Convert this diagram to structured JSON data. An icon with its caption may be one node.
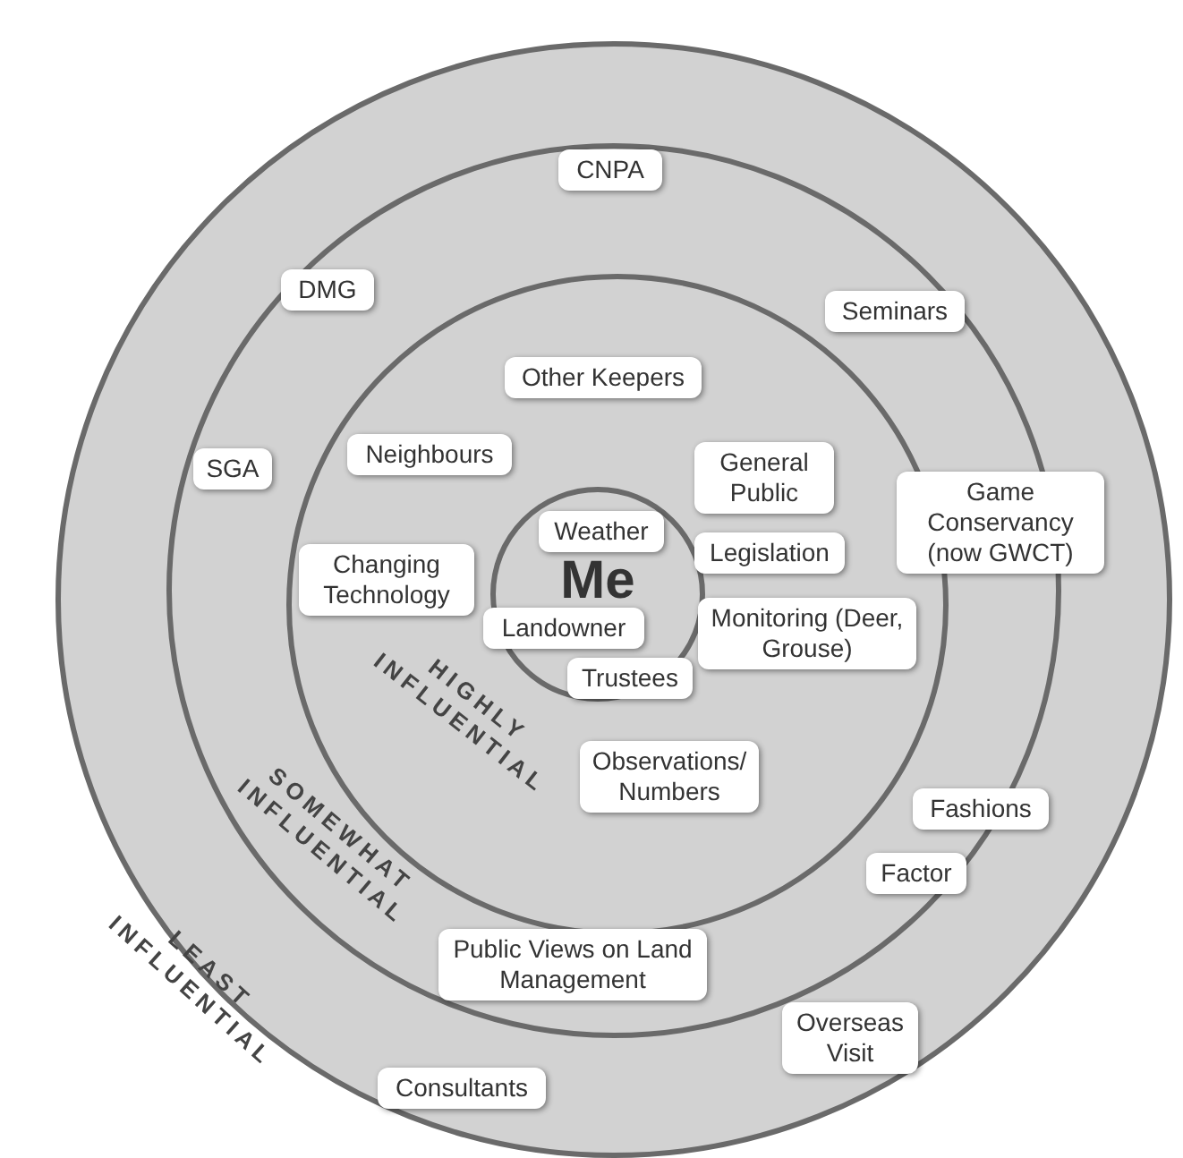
{
  "diagram": {
    "nodes": [
      {
        "text": [],
        "shape": "circle"
      },
      {
        "text": [],
        "shape": "circle",
        "in": 0
      },
      {
        "text": [],
        "shape": "circle",
        "in": 1
      },
      {
        "text": [
          "Me"
        ],
        "in": 2
      },
      {
        "text": [
          "CNPA"
        ],
        "in": 1
      },
      {
        "text": [
          "DMG"
        ],
        "in": 1
      },
      {
        "text": [
          "Seminars"
        ],
        "in": 1
      },
      {
        "text": [
          "Other Keepers"
        ],
        "in": 2
      },
      {
        "text": [
          "SGA"
        ],
        "in": 1
      },
      {
        "text": [
          "Neighbours"
        ],
        "in": 2
      },
      {
        "text": [
          "General Public"
        ],
        "in": 2
      },
      {
        "text": [
          "Game Conservancy (now GWCT)"
        ],
        "in": 1
      },
      {
        "text": [
          "Weather"
        ],
        "in": 3
      },
      {
        "text": [
          "Legislation"
        ],
        "in": 2
      },
      {
        "text": [
          "Changing Technology"
        ],
        "in": 2
      },
      {
        "text": [
          "Landowner"
        ],
        "in": 3
      },
      {
        "text": [
          "Monitoring (Deer, Grouse)"
        ],
        "in": 2
      },
      {
        "text": [
          "Trustees"
        ],
        "in": 3
      },
      {
        "text": [
          "Observations/ Numbers"
        ],
        "in": 2
      },
      {
        "text": [
          "Fashions"
        ],
        "in": 1
      },
      {
        "text": [
          "Factor"
        ],
        "in": 1
      },
      {
        "text": [
          "Public Views on Land Management"
        ],
        "in": 1
      },
      {
        "text": [
          "Overseas Visit"
        ],
        "in": 0
      },
      {
        "text": [
          "Consultants"
        ],
        "in": 0
      }
    ],
    "edges": [],
    "labels": [
      "HIGHLY INFLUENTIAL",
      "SOMEWHAT INFLUENTIAL",
      "LEAST INFLUENTIAL"
    ]
  }
}
